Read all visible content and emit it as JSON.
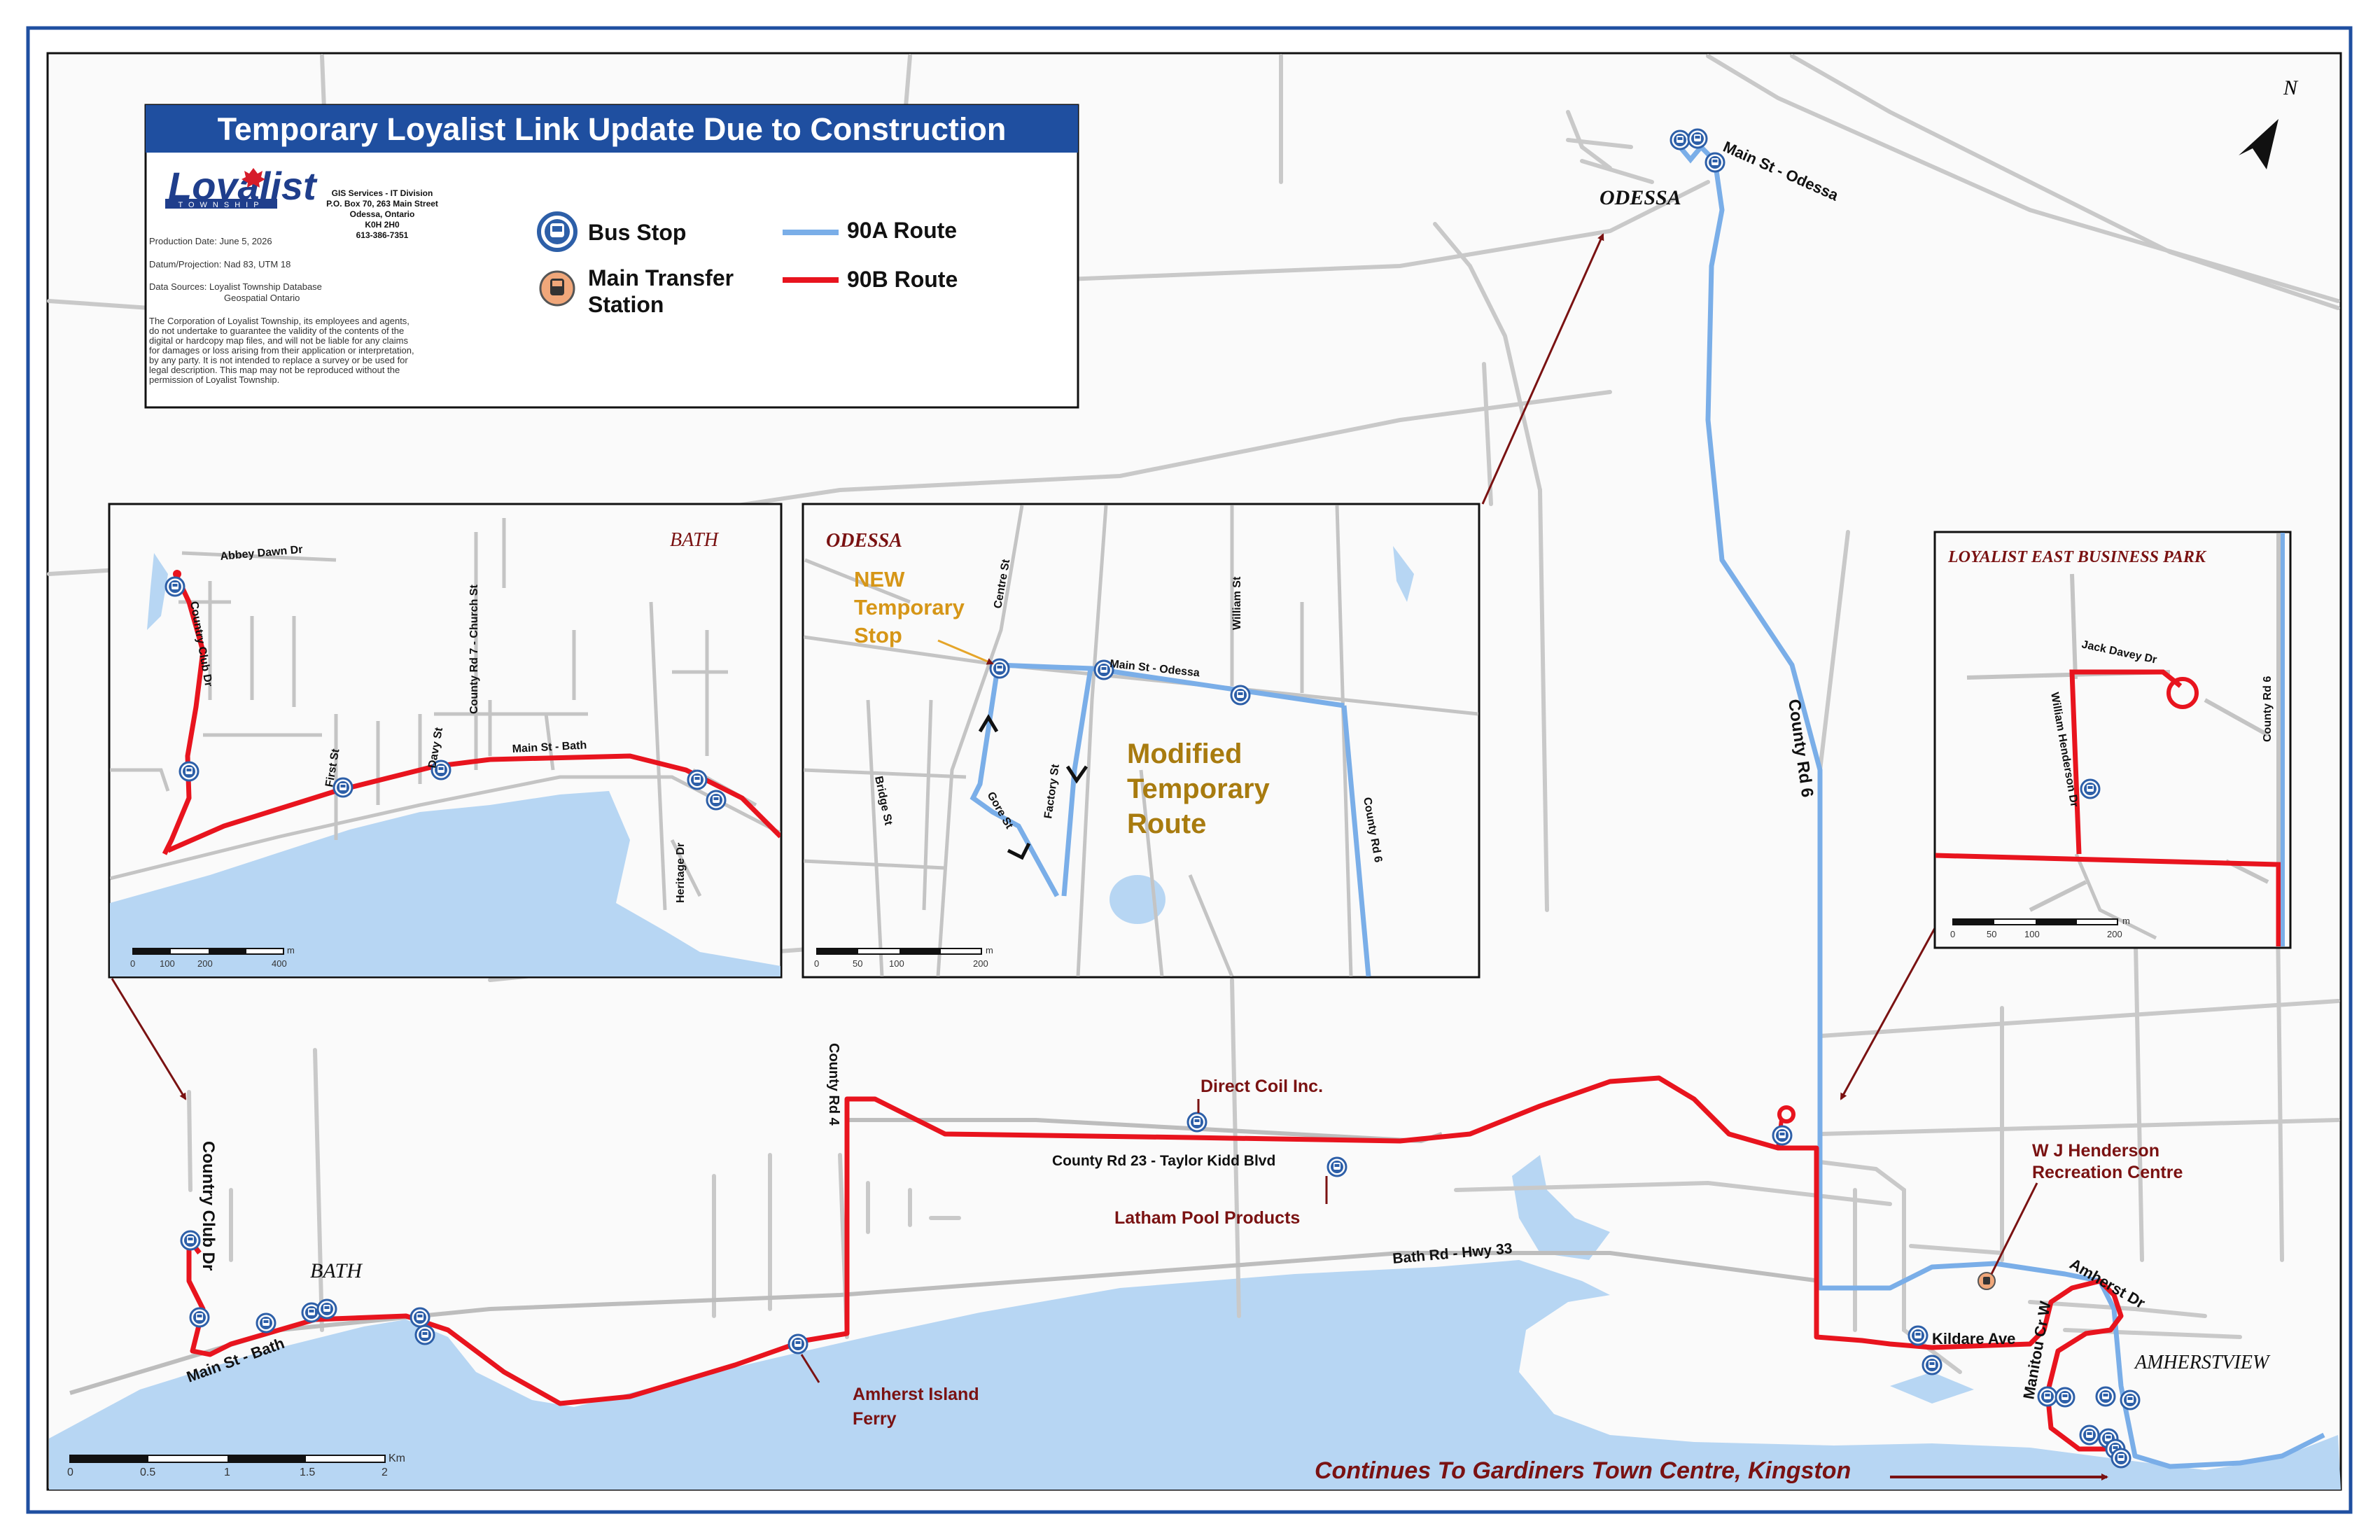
{
  "title": "Temporary Loyalist Link Update Due to Construction",
  "logo": {
    "name": "Loyalist",
    "sub": "TOWNSHIP"
  },
  "org_info": [
    "GIS Services - IT Division",
    "P.O. Box 70, 263 Main Street",
    "Odessa, Ontario",
    "K0H 2H0",
    "613-386-7351"
  ],
  "production_date": "Production Date: June 5, 2026",
  "datum": "Datum/Projection: Nad 83, UTM 18",
  "data_sources": [
    "Data Sources: Loyalist Township Database",
    "Geospatial Ontario"
  ],
  "disclaimer": [
    "The Corporation of Loyalist Township, its employees and agents,",
    "do not undertake to guarantee the validity of the contents of the",
    "digital or hardcopy map files, and will not be liable for any claims",
    "for damages or loss arising from their application or interpretation,",
    "by any party. It is not intended to replace a survey or be used for",
    "legal description. This map may not be reproduced without the",
    "permission of Loyalist Township."
  ],
  "legend": {
    "bus_stop": "Bus Stop",
    "transfer": [
      "Main Transfer",
      "Station"
    ],
    "route_a": "90A Route",
    "route_b": "90B Route",
    "route_a_color": "#7aaee8",
    "route_b_color": "#e8141e",
    "label_color": "#7a1212"
  },
  "north": "N",
  "main_map": {
    "places": [
      "ODESSA",
      "BATH",
      "AMHERSTVIEW"
    ],
    "roads": [
      "Main St - Odessa",
      "County Rd 6",
      "County Rd 4",
      "Country Club Dr",
      "Main St - Bath",
      "County Rd 23 - Taylor Kidd Blvd",
      "Bath Rd - Hwy 33",
      "Amherst Dr",
      "Kildare Ave",
      "Manitou Cr W"
    ],
    "pois": [
      "Direct Coil Inc.",
      "Latham Pool Products",
      "Amherst Island",
      "Ferry",
      "W J Henderson",
      "Recreation Centre"
    ],
    "continues": "Continues To Gardiners Town Centre, Kingston",
    "scale_ticks": [
      "0",
      "0.5",
      "1",
      "1.5",
      "2"
    ],
    "scale_unit": "Km"
  },
  "inset_bath": {
    "title": "BATH",
    "roads": [
      "Abbey Dawn Dr",
      "Country Club Dr",
      "First St",
      "Davy St",
      "County Rd 7 - Church St",
      "Main St - Bath",
      "Heritage Dr"
    ],
    "scale_ticks": [
      "0",
      "100",
      "200",
      "400"
    ],
    "scale_unit": "m"
  },
  "inset_odessa": {
    "title": "ODESSA",
    "new_stop": [
      "NEW",
      "Temporary",
      "Stop"
    ],
    "modified": [
      "Modified",
      "Temporary",
      "Route"
    ],
    "roads": [
      "Centre St",
      "Main St - Odessa",
      "William St",
      "Bridge St",
      "Factory St",
      "Gore St",
      "County Rd 6"
    ],
    "scale_ticks": [
      "0",
      "50",
      "100",
      "200"
    ],
    "scale_unit": "m"
  },
  "inset_lebp": {
    "title": "LOYALIST EAST BUSINESS PARK",
    "roads": [
      "Jack Davey Dr",
      "William Henderson Dr",
      "County Rd 6"
    ],
    "scale_ticks": [
      "0",
      "50",
      "100",
      "200"
    ],
    "scale_unit": "m"
  }
}
